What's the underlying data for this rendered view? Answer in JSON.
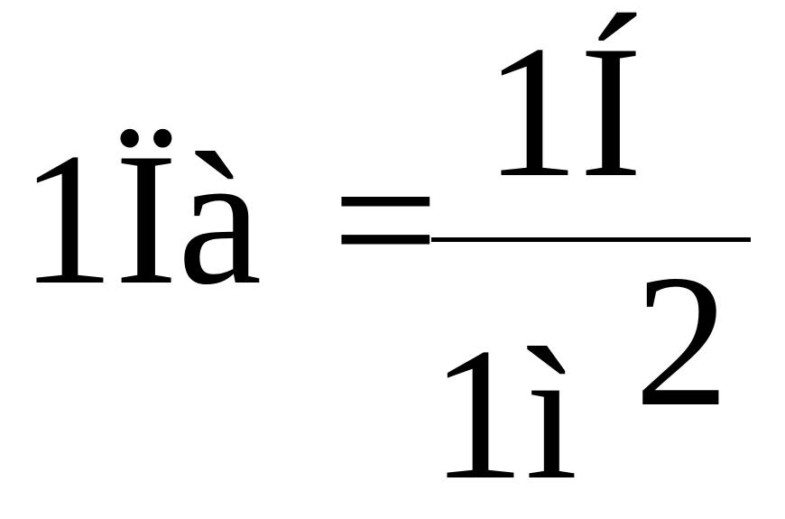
{
  "equation": {
    "lhs": "1Ïà",
    "equals": "=",
    "numerator": "1Í",
    "denominator": "1ì",
    "exponent": "2"
  }
}
